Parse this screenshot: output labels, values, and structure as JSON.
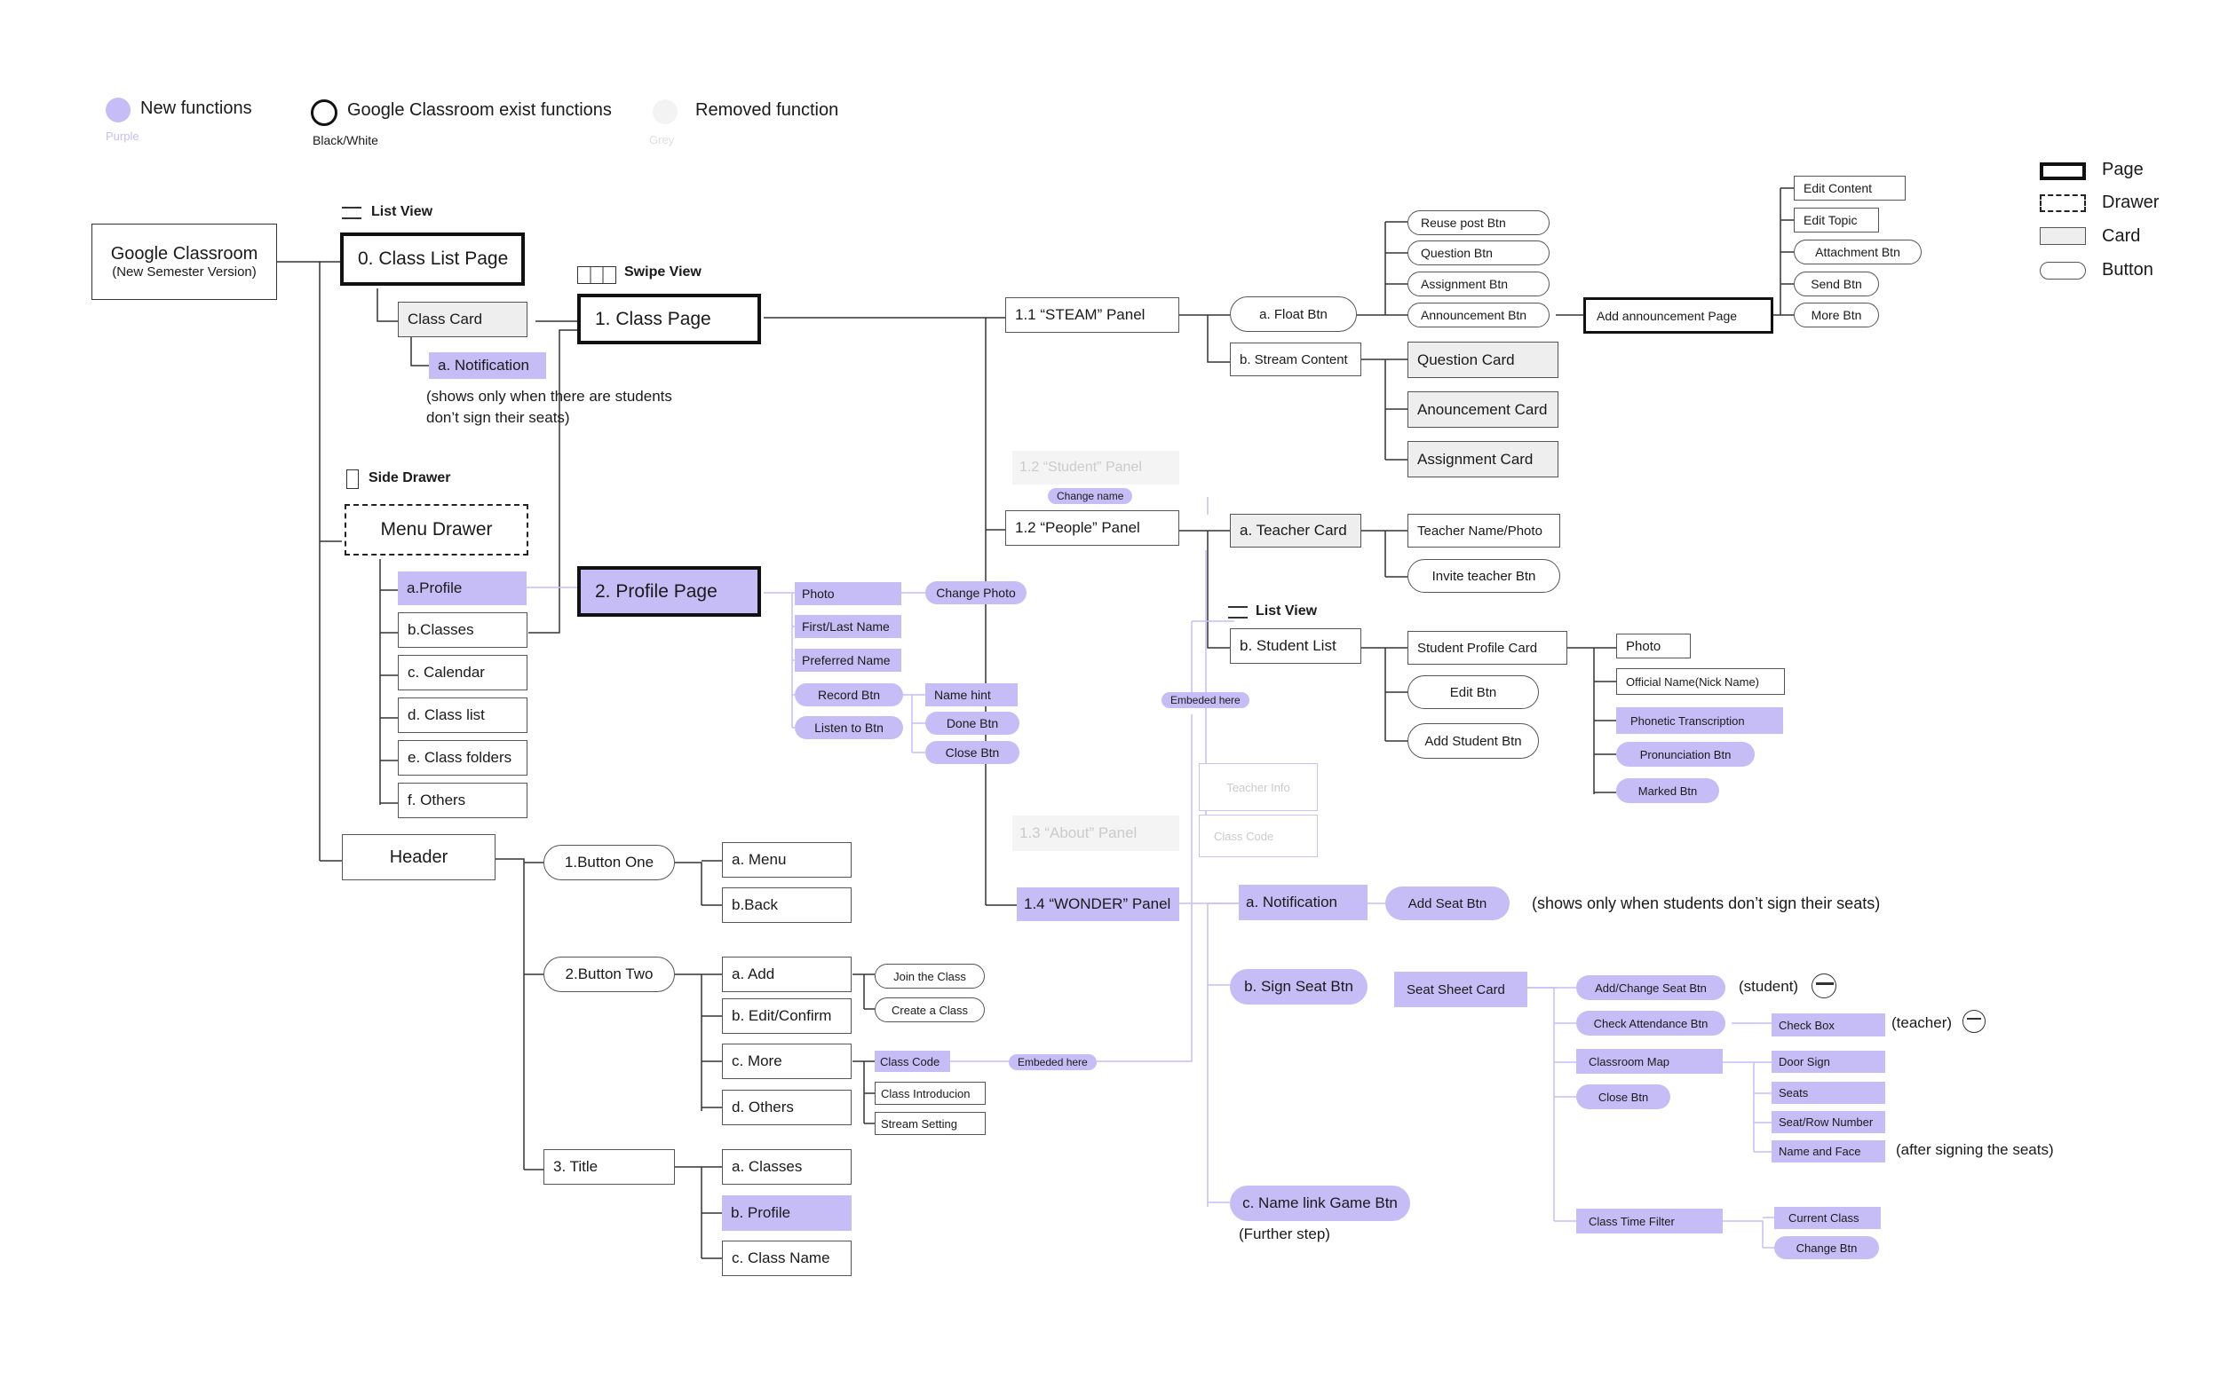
{
  "legend": {
    "new_functions": "New functions",
    "new_functions_sub": "Purple",
    "exist_functions": "Google Classroom exist functions",
    "exist_functions_sub": "Black/White",
    "removed_function": "Removed function",
    "removed_function_sub": "Grey",
    "colors": {
      "purple": "#c7bdf6",
      "grey": "#f0f0f0"
    }
  },
  "key": {
    "page": "Page",
    "drawer": "Drawer",
    "card": "Card",
    "button": "Button"
  },
  "view_labels": {
    "list_view": "List View",
    "swipe_view": "Swipe View",
    "side_drawer": "Side Drawer",
    "list_view_2": "List View"
  },
  "nodes": {
    "root_title": "Google Classroom",
    "root_sub": "(New Semester Version)",
    "class_list_page": "0. Class List Page",
    "class_card": "Class Card",
    "notification": "a. Notification",
    "notification_note_1": "(shows only when there are students",
    "notification_note_2": "don’t sign their seats)",
    "class_page": "1. Class Page",
    "menu_drawer": "Menu Drawer",
    "drawer_items": [
      "a.Profile",
      "b.Classes",
      "c. Calendar",
      "d. Class list",
      "e. Class folders",
      "f. Others"
    ],
    "profile_page": "2.  Profile Page",
    "profile_items": [
      "Photo",
      "First/Last Name",
      "Preferred Name",
      "Record Btn",
      "Listen to Btn"
    ],
    "change_photo": "Change Photo",
    "name_hint": "Name hint",
    "done_btn": "Done Btn",
    "close_btn": "Close Btn",
    "header": "Header",
    "button_one": "1.Button One",
    "b1_items": [
      "a. Menu",
      "b.Back"
    ],
    "button_two": "2.Button Two",
    "b2_items": [
      "a. Add",
      "b. Edit/Confirm",
      "c. More",
      "d. Others"
    ],
    "add_items": [
      "Join the Class",
      "Create a Class"
    ],
    "more_items": [
      "Class Code",
      "Class Introducion",
      "Stream Setting"
    ],
    "embedded_here": "Embeded here",
    "title": "3. Title",
    "title_items": [
      "a. Classes",
      "b. Profile",
      "c. Class Name"
    ],
    "steam_panel": "1.1 “STEAM” Panel",
    "float_btn": "a. Float Btn",
    "float_items": [
      "Reuse post Btn",
      "Question Btn",
      "Assignment Btn",
      "Announcement Btn"
    ],
    "add_announcement_page": "Add announcement Page",
    "announce_items": [
      "Edit Content",
      "Edit Topic",
      "Attachment Btn",
      "Send Btn",
      "More Btn"
    ],
    "stream_content": "b. Stream Content",
    "stream_items": [
      "Question Card",
      "Anouncement Card",
      "Assignment Card"
    ],
    "student_panel": "1.2 “Student” Panel",
    "change_name": "Change name",
    "people_panel": "1.2 “People” Panel",
    "teacher_card": "a. Teacher Card",
    "teacher_items": [
      "Teacher Name/Photo",
      "Invite teacher Btn"
    ],
    "list_view_2": "List View",
    "student_list": "b. Student List",
    "student_profile_card": "Student Profile Card",
    "edit_btn": "Edit Btn",
    "add_student_btn": "Add Student Btn",
    "spc_items": [
      "Photo",
      "Official Name(Nick Name)",
      "Phonetic Transcription",
      "Pronunciation Btn",
      "Marked Btn"
    ],
    "embedded_here_2": "Embeded here",
    "teacher_info": "Teacher Info",
    "class_code_ghost": "Class Code",
    "about_panel": "1.3 “About” Panel",
    "wonder_panel": "1.4 “WONDER” Panel",
    "w_notification": "a. Notification",
    "add_seat_btn": "Add Seat Btn",
    "seat_note": "(shows only when students don’t sign their seats)",
    "sign_seat_btn": "b. Sign Seat Btn",
    "seat_sheet_card": "Seat Sheet Card",
    "seat_items": [
      "Add/Change Seat Btn",
      "Check Attendance Btn",
      "Classroom Map",
      "Close Btn"
    ],
    "student_label": "(student)",
    "check_box": "Check Box",
    "teacher_label": "(teacher)",
    "map_items": [
      "Door Sign",
      "Seats",
      "Seat/Row Number",
      "Name and Face"
    ],
    "after_signing": "(after signing the seats)",
    "class_time_filter": "Class Time Filter",
    "filter_items": [
      "Current Class",
      "Change Btn"
    ],
    "name_link_game": "c. Name link Game Btn",
    "further_step": "(Further step)"
  }
}
